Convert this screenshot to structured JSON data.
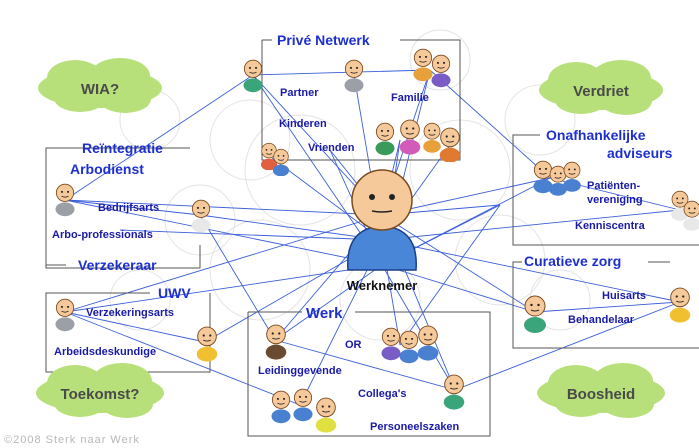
{
  "center": {
    "label": "Werknemer"
  },
  "groups": {
    "prive_netwerk": {
      "title": "Privé Netwerk",
      "items": [
        "Partner",
        "Familie",
        "Kinderen",
        "Vrienden"
      ]
    },
    "reintegratie": {
      "title": "Reïntegratie",
      "subtitle": "Arbodienst",
      "items": [
        "Bedrijfsarts",
        "Arbo-professionals"
      ]
    },
    "verzekeraar": {
      "title": "Verzekeraar",
      "subtitle": "UWV",
      "items": [
        "Verzekeringsarts",
        "Arbeidsdeskundige"
      ]
    },
    "onafhankelijke": {
      "title_line1": "Onafhankelijke",
      "title_line2": "adviseurs",
      "items": [
        "Patiënten-",
        "vereniging",
        "Kenniscentra"
      ]
    },
    "curatieve": {
      "title": "Curatieve zorg",
      "items": [
        "Huisarts",
        "Behandelaar"
      ]
    },
    "werk": {
      "title": "Werk",
      "items": [
        "OR",
        "Leidinggevende",
        "Collega's",
        "Personeelszaken"
      ]
    }
  },
  "clouds": {
    "tl": "WIA?",
    "tr": "Verdriet",
    "bl": "Toekomst?",
    "br": "Boosheid"
  },
  "footer": "©2008 Sterk naar Werk",
  "colors": {
    "line": "#3b5fd9",
    "label": "#1a1aa8",
    "header": "#1e2fd0",
    "cloud": "#b8e07a",
    "box": "#555555"
  }
}
